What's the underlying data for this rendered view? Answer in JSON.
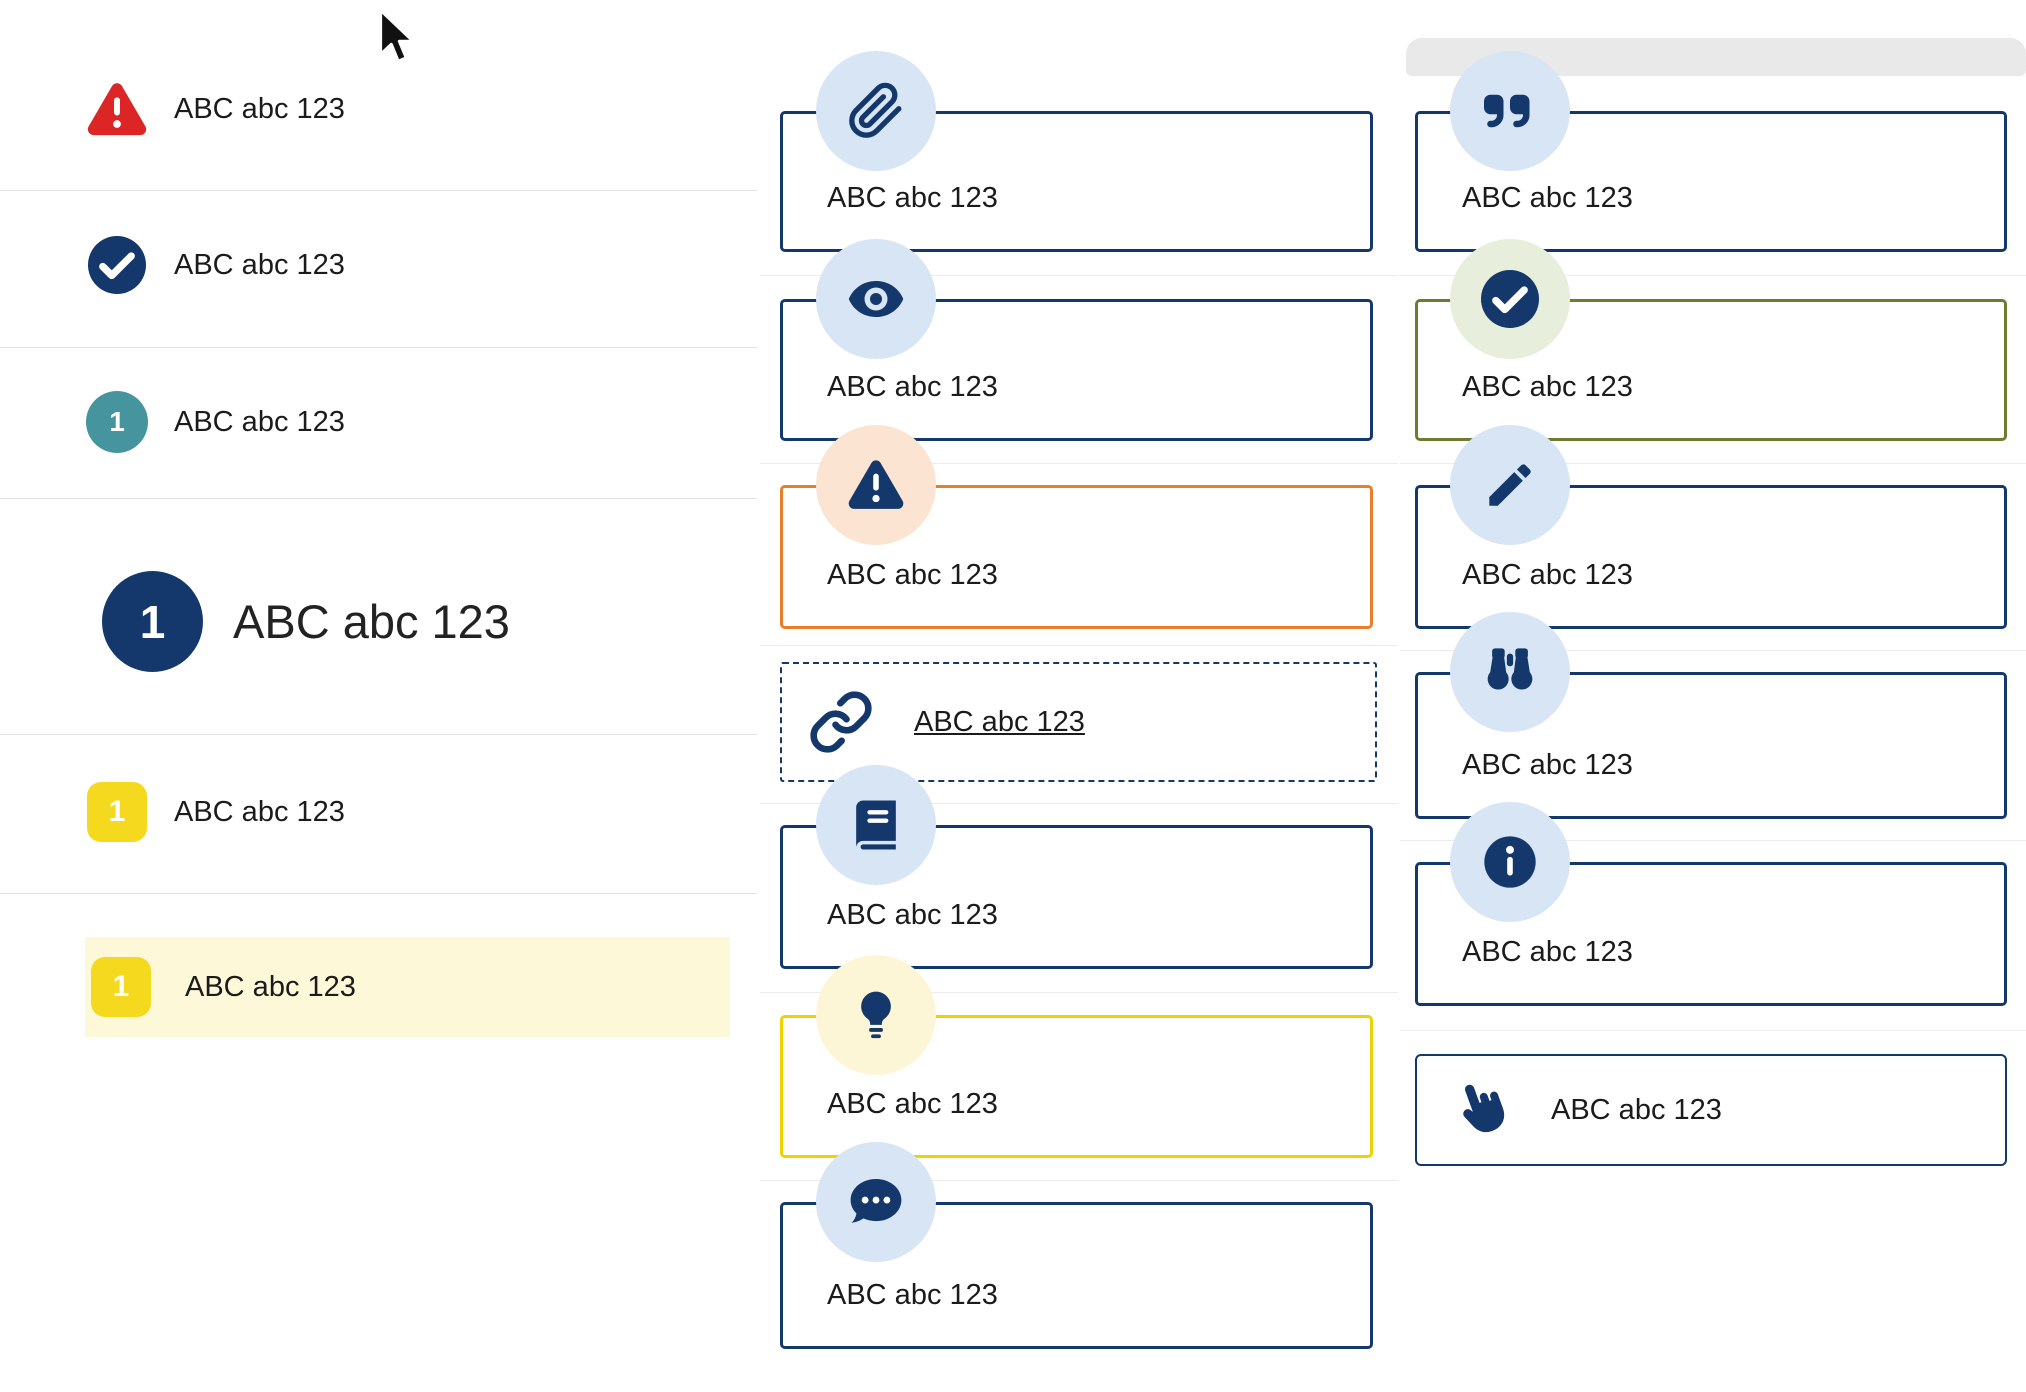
{
  "colors": {
    "navy": "#14386b",
    "light_blue_circle": "#d7e5f5",
    "red": "#dc2626",
    "teal": "#46959e",
    "yellow_badge": "#f5d91f",
    "yellow_border": "#eed202",
    "light_yellow_circle": "#fdf6d6",
    "highlight_row_bg": "#fcf8d8",
    "orange_border": "#e87d2b",
    "light_orange_circle": "#fbe4d1",
    "olive_border": "#6f7b2f",
    "light_green_circle": "#e7eedb",
    "divider": "#e3e3e3",
    "text": "#1b1b1b"
  },
  "left": {
    "items": [
      {
        "icon": "warning-triangle-icon",
        "label": "ABC abc 123"
      },
      {
        "icon": "check-circle-icon",
        "label": "ABC abc 123"
      },
      {
        "icon": "teal-number-badge",
        "number": "1",
        "label": "ABC abc 123"
      },
      {
        "icon": "navy-number-badge-large",
        "number": "1",
        "label": "ABC abc 123"
      },
      {
        "icon": "yellow-number-badge",
        "number": "1",
        "label": "ABC abc 123"
      },
      {
        "icon": "yellow-number-badge",
        "number": "1",
        "label": "ABC abc 123",
        "state": "highlighted"
      }
    ]
  },
  "middle": {
    "cards": [
      {
        "icon": "paperclip-icon",
        "variant": "navy",
        "label": "ABC abc 123"
      },
      {
        "icon": "eye-icon",
        "variant": "navy",
        "label": "ABC abc 123"
      },
      {
        "icon": "warning-icon",
        "variant": "orange",
        "label": "ABC abc 123"
      },
      {
        "icon": "link-icon",
        "variant": "dashed-link",
        "label": "ABC abc 123"
      },
      {
        "icon": "book-icon",
        "variant": "navy",
        "label": "ABC abc 123"
      },
      {
        "icon": "lightbulb-icon",
        "variant": "yellow",
        "label": "ABC abc 123"
      },
      {
        "icon": "speech-bubble-icon",
        "variant": "navy",
        "label": "ABC abc 123"
      }
    ]
  },
  "right": {
    "cards": [
      {
        "icon": "quote-icon",
        "variant": "navy",
        "label": "ABC abc 123"
      },
      {
        "icon": "check-icon",
        "variant": "olive",
        "label": "ABC abc 123"
      },
      {
        "icon": "pencil-icon",
        "variant": "navy",
        "label": "ABC abc 123"
      },
      {
        "icon": "binoculars-icon",
        "variant": "navy",
        "label": "ABC abc 123"
      },
      {
        "icon": "info-icon",
        "variant": "navy",
        "label": "ABC abc 123"
      },
      {
        "icon": "pointer-hand-icon",
        "variant": "thin-outline",
        "label": "ABC abc 123"
      }
    ]
  }
}
